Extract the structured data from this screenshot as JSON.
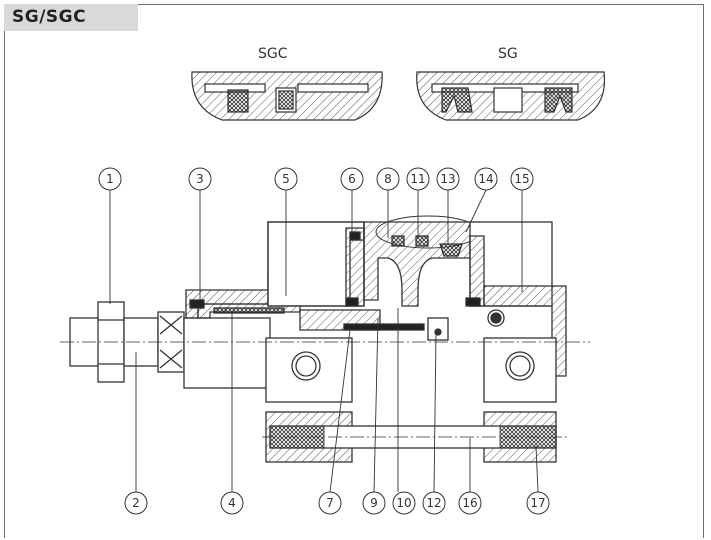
{
  "title": "SG/SGC",
  "variants": {
    "left": "SGC",
    "right": "SG"
  },
  "callouts_top": [
    "1",
    "3",
    "5",
    "6",
    "8",
    "11",
    "13",
    "14",
    "15"
  ],
  "callouts_bottom": [
    "2",
    "4",
    "7",
    "9",
    "10",
    "12",
    "16",
    "17"
  ]
}
